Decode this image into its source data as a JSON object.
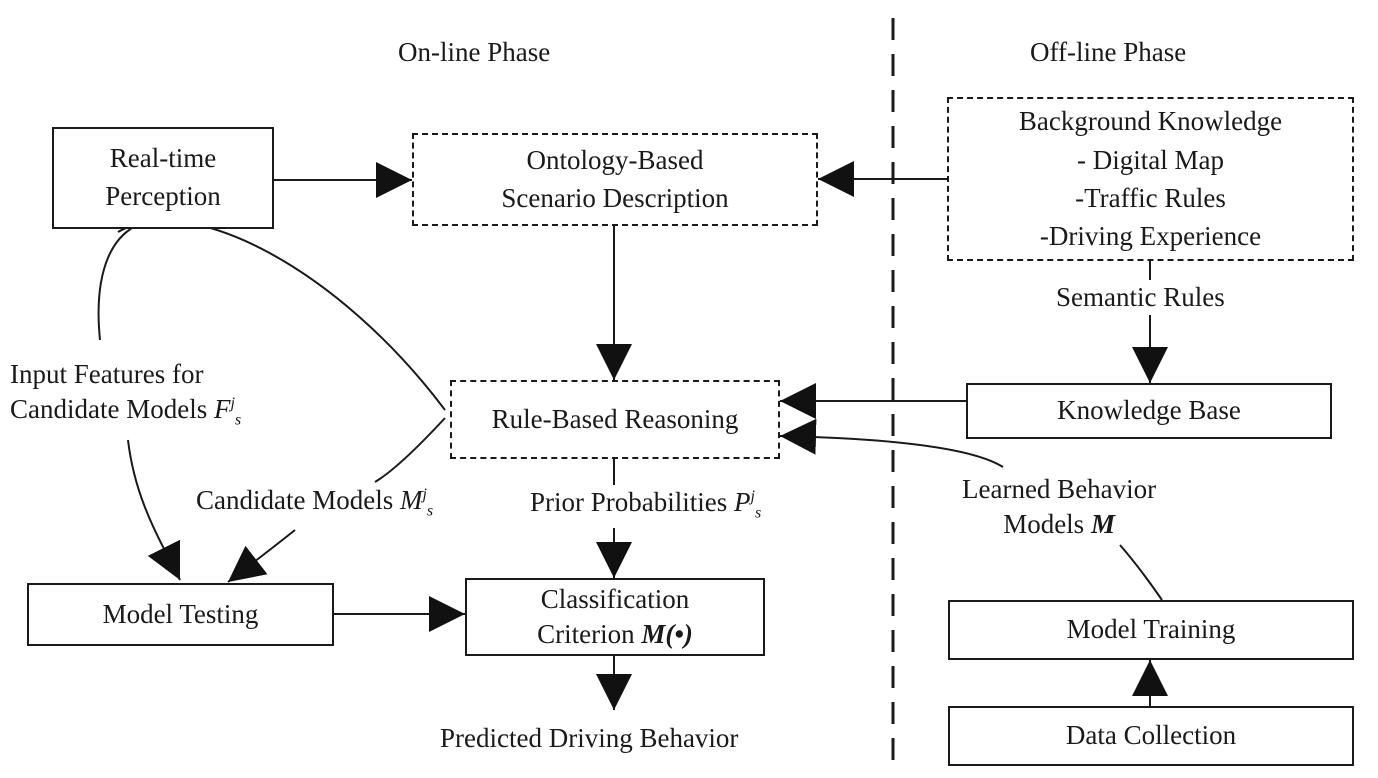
{
  "phases": {
    "online": "On-line Phase",
    "offline": "Off-line Phase"
  },
  "nodes": {
    "realtime": {
      "line1": "Real-time",
      "line2": "Perception"
    },
    "ontology": {
      "line1": "Ontology-Based",
      "line2": "Scenario Description"
    },
    "background": {
      "line1": "Background Knowledge",
      "line2": "- Digital Map",
      "line3": "-Traffic Rules",
      "line4": "-Driving Experience"
    },
    "rule": {
      "line1": "Rule-Based Reasoning"
    },
    "knowledge": {
      "line1": "Knowledge Base"
    },
    "model_testing": {
      "line1": "Model Testing"
    },
    "classification": {
      "line1": "Classification",
      "line2": "Criterion",
      "symbol": "M(•)"
    },
    "model_training": {
      "line1": "Model Training"
    },
    "data_collection": {
      "line1": "Data Collection"
    }
  },
  "labels": {
    "semantic_rules": "Semantic Rules",
    "input_features_1": "Input Features for",
    "input_features_2": "Candidate Models",
    "input_features_sym": "F",
    "candidate_models": "Candidate Models",
    "candidate_models_sym": "M",
    "prior_prob": "Prior Probabilities",
    "prior_prob_sym": "P",
    "learned_1": "Learned Behavior",
    "learned_2": "Models",
    "learned_sym": "M",
    "predicted": "Predicted Driving Behavior",
    "sup_j": "j",
    "sub_s": "s"
  }
}
